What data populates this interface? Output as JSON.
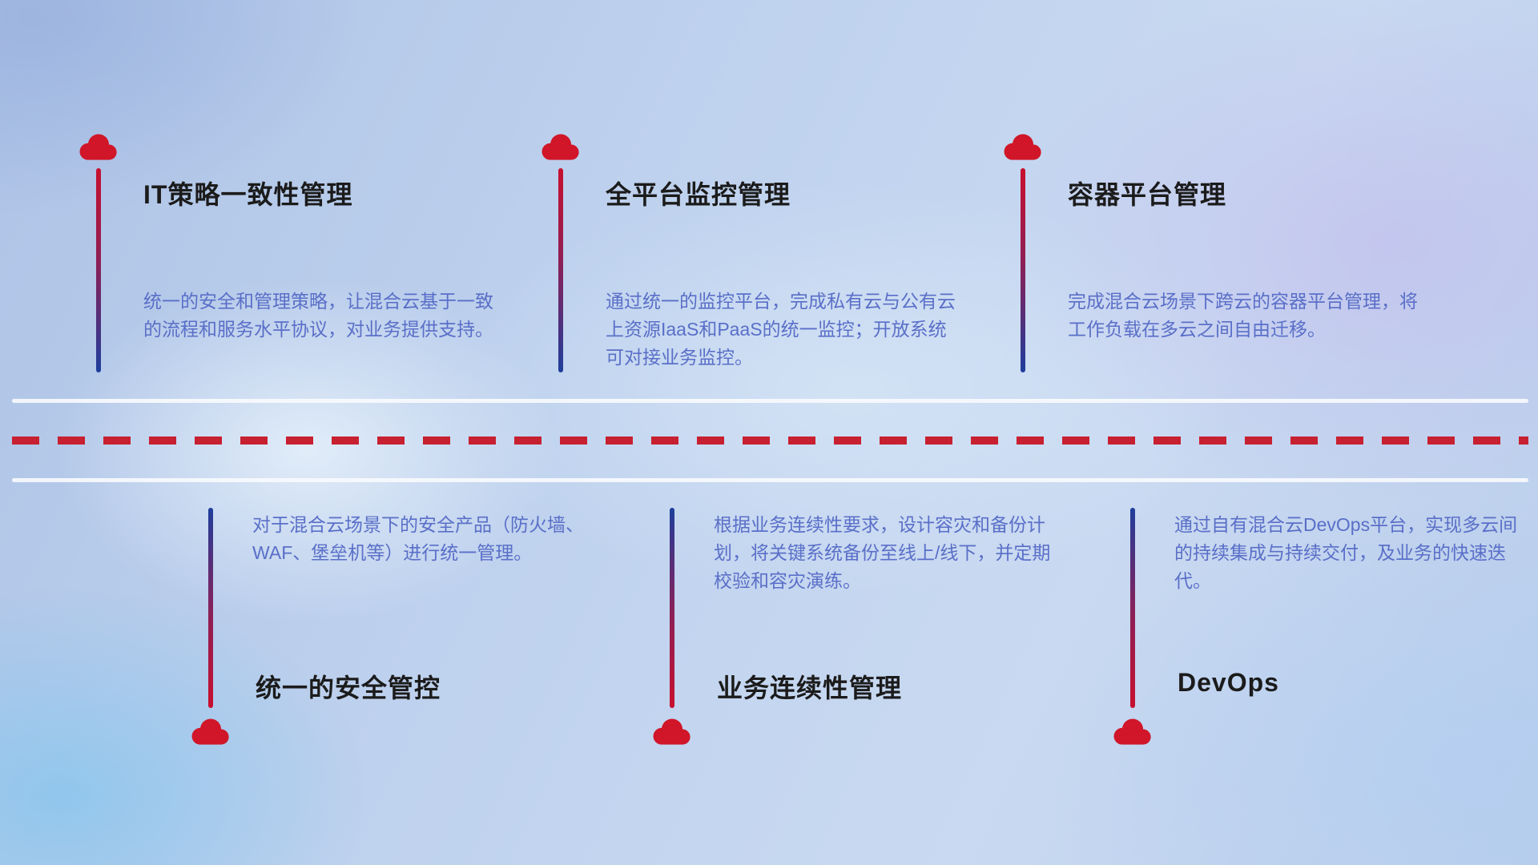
{
  "icons": {
    "cloud": "cloud-icon"
  },
  "colors": {
    "cloud_red": "#d01628",
    "dash_red": "#c72030",
    "stem_red": "#c8102e",
    "stem_blue": "#1e3e9c",
    "title_color": "#1b1b1b",
    "desc_color": "#5a6fc8"
  },
  "top_items": [
    {
      "title": "IT策略一致性管理",
      "description": "统一的安全和管理策略，让混合云基于一致的流程和服务水平协议，对业务提供支持。"
    },
    {
      "title": "全平台监控管理",
      "description": "通过统一的监控平台，完成私有云与公有云上资源IaaS和PaaS的统一监控；开放系统可对接业务监控。"
    },
    {
      "title": "容器平台管理",
      "description": "完成混合云场景下跨云的容器平台管理，将工作负载在多云之间自由迁移。"
    }
  ],
  "bottom_items": [
    {
      "title": "统一的安全管控",
      "description": "对于混合云场景下的安全产品（防火墙、WAF、堡垒机等）进行统一管理。"
    },
    {
      "title": "业务连续性管理",
      "description": "根据业务连续性要求，设计容灾和备份计划，将关键系统备份至线上/线下，并定期校验和容灾演练。"
    },
    {
      "title": "DevOps",
      "description": "通过自有混合云DevOps平台，实现多云间的持续集成与持续交付，及业务的快速迭代。"
    }
  ]
}
